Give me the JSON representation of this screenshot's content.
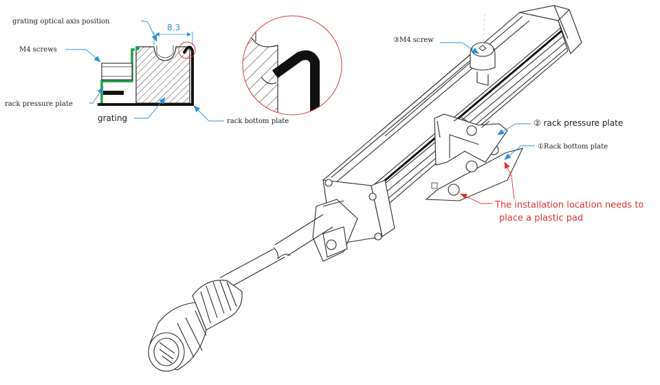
{
  "colors": {
    "leader": "#2a8fd6",
    "warning": "#e03030",
    "pressure_plate": "#1aa04a",
    "outline": "#2a2a2a"
  },
  "cross_section": {
    "labels": {
      "optical_axis": "grating optical axis position",
      "dimension": "8.3",
      "m4_screws": "M4 screws",
      "rack_pressure_plate": "rack pressure plate",
      "grating": "grating",
      "rack_bottom_plate": "rack bottom plate"
    }
  },
  "assembly": {
    "labels": {
      "m4_screw": "③M4 screw",
      "rack_pressure_plate": "② rack pressure plate",
      "rack_bottom_plate": "①Rack bottom plate",
      "note_line1": "The installation location needs to",
      "note_line2": "place a plastic pad"
    }
  }
}
